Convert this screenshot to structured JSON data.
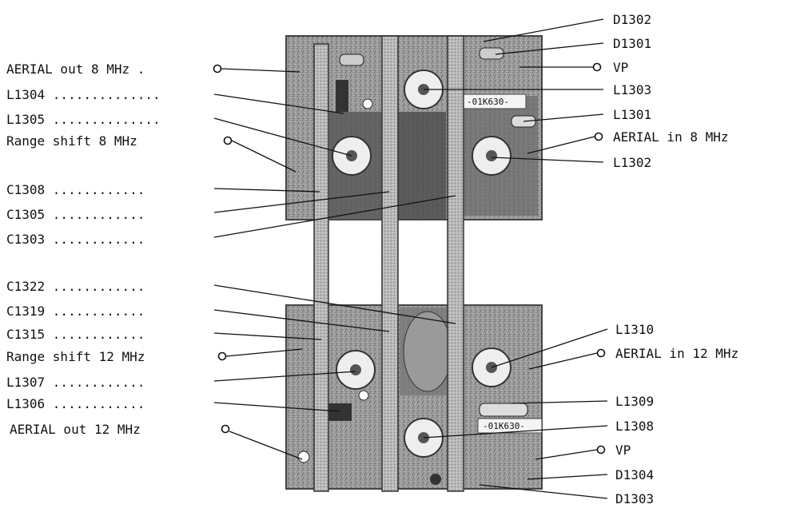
{
  "diagram": {
    "labels_left": [
      {
        "id": "aerial-out-8",
        "text": "AERIAL out 8 MHz .",
        "terminal": true
      },
      {
        "id": "l1304",
        "text": "L1304 ..............",
        "terminal": false
      },
      {
        "id": "l1305",
        "text": "L1305 ..............",
        "terminal": false
      },
      {
        "id": "range-shift-8",
        "text": "Range shift 8 MHz",
        "terminal": true
      },
      {
        "id": "c1308",
        "text": "C1308 ............",
        "terminal": false
      },
      {
        "id": "c1305",
        "text": "C1305 ............",
        "terminal": false
      },
      {
        "id": "c1303",
        "text": "C1303 ............",
        "terminal": false
      },
      {
        "id": "c1322",
        "text": "C1322 ............",
        "terminal": false
      },
      {
        "id": "c1319",
        "text": "C1319 ............",
        "terminal": false
      },
      {
        "id": "c1315",
        "text": "C1315 ............",
        "terminal": false
      },
      {
        "id": "range-shift-12",
        "text": "Range shift 12 MHz",
        "terminal": true
      },
      {
        "id": "l1307",
        "text": "L1307 ............",
        "terminal": false
      },
      {
        "id": "l1306",
        "text": "L1306 ............",
        "terminal": false
      },
      {
        "id": "aerial-out-12",
        "text": "AERIAL out 12 MHz",
        "terminal": true
      }
    ],
    "labels_right": [
      {
        "id": "d1302",
        "text": "D1302",
        "terminal": false
      },
      {
        "id": "d1301",
        "text": "D1301",
        "terminal": false
      },
      {
        "id": "vp-top",
        "text": "VP",
        "terminal": true
      },
      {
        "id": "l1303",
        "text": "L1303",
        "terminal": false
      },
      {
        "id": "l1301",
        "text": "L1301",
        "terminal": false
      },
      {
        "id": "aerial-in-8",
        "text": "AERIAL in 8 MHz",
        "terminal": true
      },
      {
        "id": "l1302",
        "text": "L1302",
        "terminal": false
      },
      {
        "id": "l1310",
        "text": "L1310",
        "terminal": false
      },
      {
        "id": "aerial-in-12",
        "text": "AERIAL in 12 MHz",
        "terminal": true
      },
      {
        "id": "l1309",
        "text": "L1309",
        "terminal": false
      },
      {
        "id": "l1308",
        "text": "L1308",
        "terminal": false
      },
      {
        "id": "vp-bottom",
        "text": "VP",
        "terminal": true
      },
      {
        "id": "d1304",
        "text": "D1304",
        "terminal": false
      },
      {
        "id": "d1303",
        "text": "D1303",
        "terminal": false
      }
    ],
    "board_markings": [
      "-01K630-",
      "-01K630-"
    ],
    "colors": {
      "ink": "#111111",
      "board": "#8a8a8a",
      "paper": "#ffffff"
    }
  }
}
